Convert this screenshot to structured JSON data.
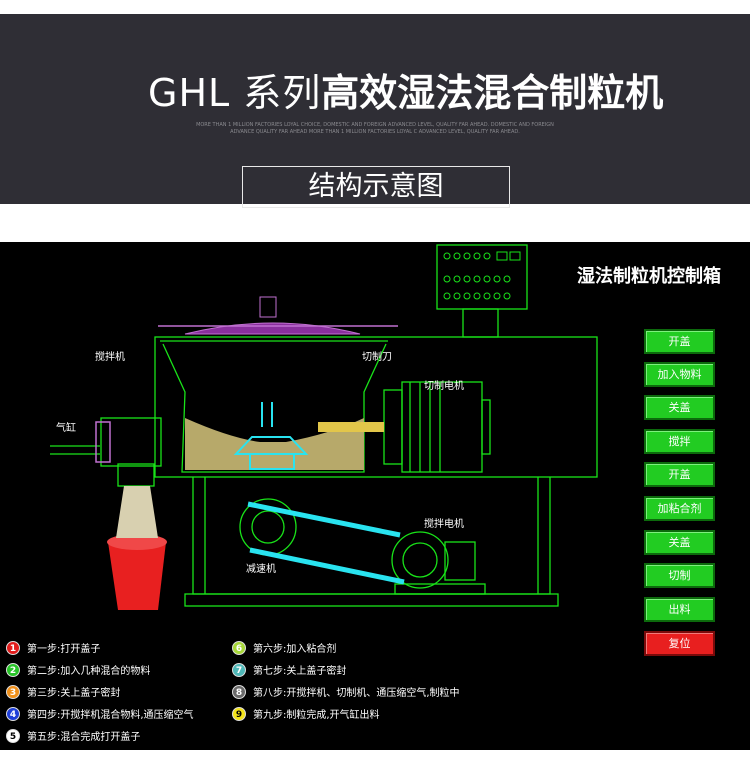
{
  "header": {
    "title_light": "GHL 系列",
    "title_bold": "高效湿法混合制粒机",
    "tagline": "MORE THAN 1 MILLION FACTORIES LOYAL CHOICE, DOMESTIC AND FOREIGN ADVANCED LEVEL, QUALITY FAR AHEAD. DOMESTIC AND FOREIGN ADVANCE QUALITY FAR AHEAD MORE THAN 1 MILLION FACTORIES LOYAL C ADVANCED LEVEL, QUALITY FAR AHEAD.",
    "subtitle": "结构示意图"
  },
  "diagram": {
    "panel_title": "湿法制粒机控制箱",
    "labels": {
      "mixer": "搅拌机",
      "cutter": "切制刀",
      "cylinder": "气缸",
      "cutter_motor": "切制电机",
      "mixer_motor": "搅拌电机",
      "reducer": "减速机"
    },
    "buttons": [
      {
        "label": "开盖"
      },
      {
        "label": "加入物料"
      },
      {
        "label": "关盖"
      },
      {
        "label": "搅拌"
      },
      {
        "label": "开盖"
      },
      {
        "label": "加粘合剂"
      },
      {
        "label": "关盖"
      },
      {
        "label": "切制"
      },
      {
        "label": "出料"
      },
      {
        "label": "复位"
      }
    ],
    "steps": [
      {
        "num": "1",
        "text": "第一步:打开盖子",
        "color": "#e21c1c"
      },
      {
        "num": "2",
        "text": "第二步:加入几种混合的物料",
        "color": "#27c427"
      },
      {
        "num": "3",
        "text": "第三步:关上盖子密封",
        "color": "#f0901a"
      },
      {
        "num": "4",
        "text": "第四步:开搅拌机混合物料,通压缩空气",
        "color": "#1f3fd8"
      },
      {
        "num": "5",
        "text": "第五步:混合完成打开盖子",
        "color": "#ffffff"
      },
      {
        "num": "6",
        "text": "第六步:加入粘合剂",
        "color": "#a8d83a"
      },
      {
        "num": "7",
        "text": "第七步:关上盖子密封",
        "color": "#4fb8b8"
      },
      {
        "num": "8",
        "text": "第八步:开搅拌机、切制机、通压缩空气,制粒中",
        "color": "#6a6a6a"
      },
      {
        "num": "9",
        "text": "第九步:制粒完成,开气缸出料",
        "color": "#f2e21a"
      }
    ],
    "colors": {
      "outline": "#19e319",
      "material": "#b7a96a",
      "cyan": "#29e3f0",
      "lid": "#8a2f9e",
      "bucket": "#e82020",
      "button_green": "#22cc22",
      "button_red": "#e81f1f"
    }
  }
}
